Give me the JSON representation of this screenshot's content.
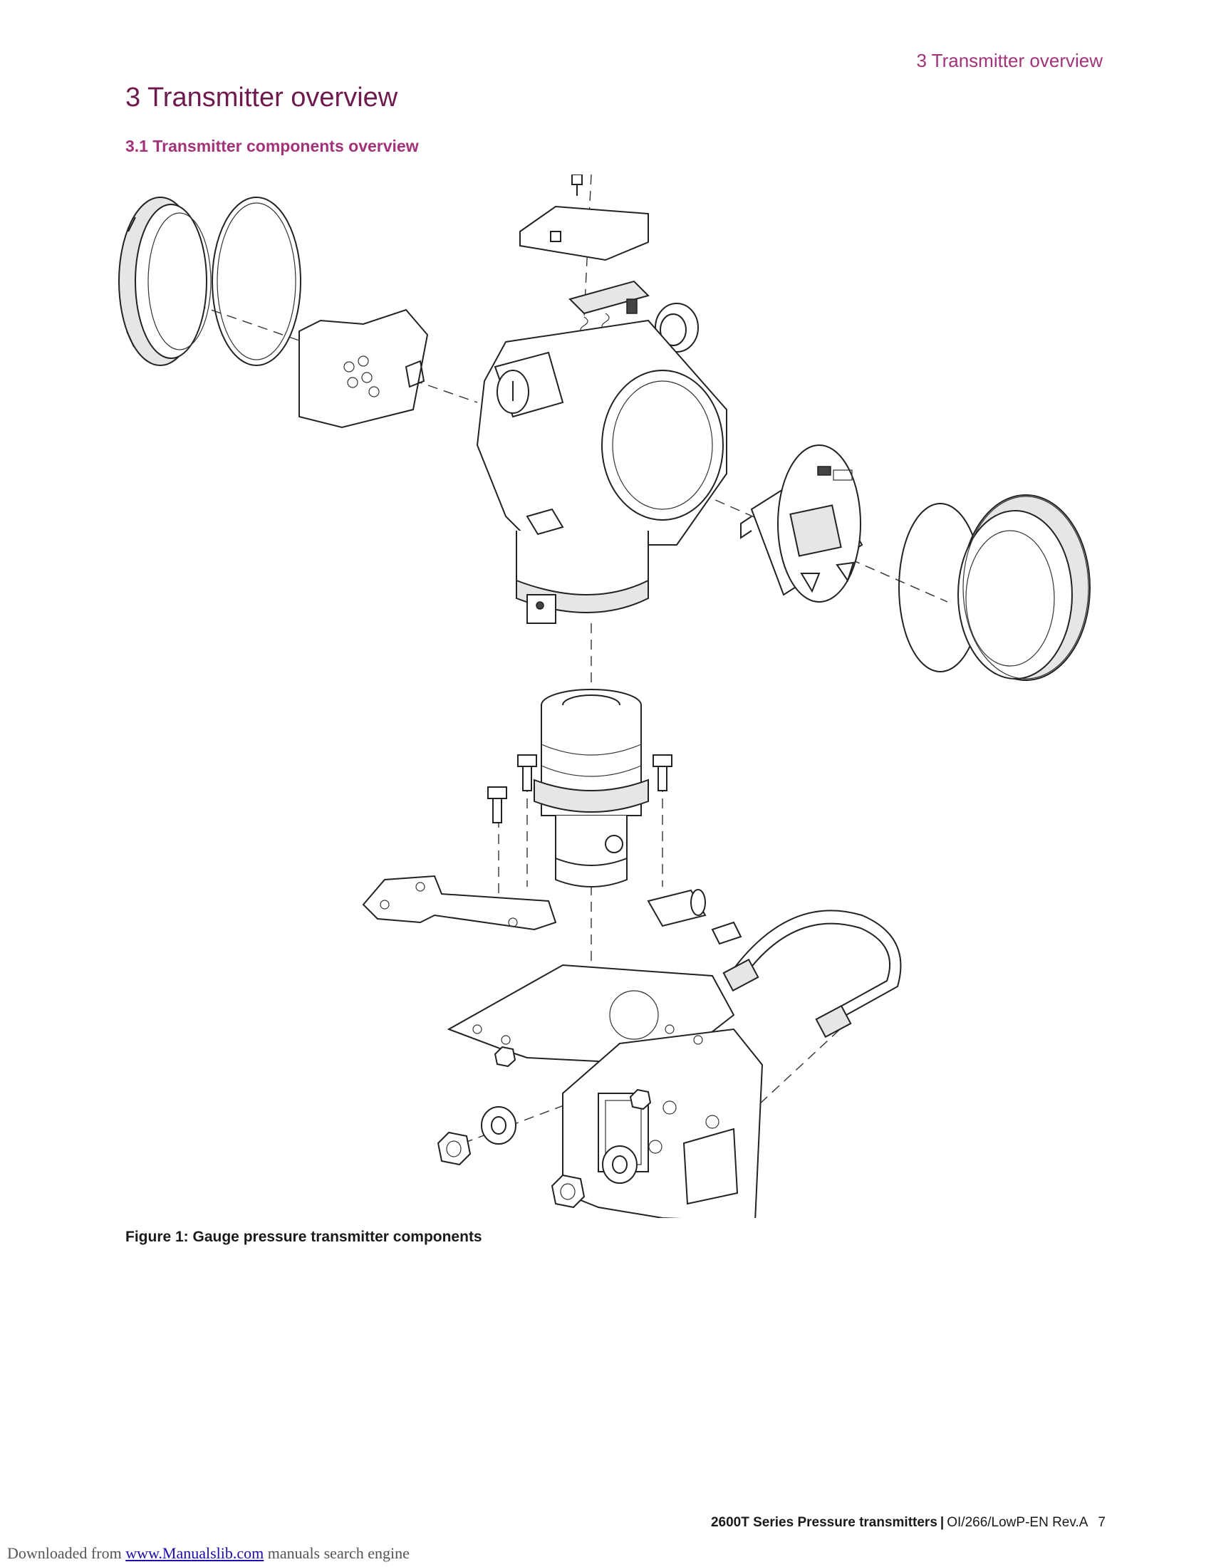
{
  "page": {
    "running_head": "3 Transmitter overview",
    "chapter_title": "3 Transmitter overview",
    "section_title": "3.1 Transmitter components overview"
  },
  "figure": {
    "caption": "Figure 1: Gauge pressure transmitter components"
  },
  "footer": {
    "product": "2600T Series Pressure transmitters",
    "separator": "|",
    "doc_ref": "OI/266/LowP-EN Rev.A",
    "page_number": "7"
  },
  "watermark": {
    "prefix": "Downloaded from",
    "link": "www.Manualslib.com",
    "suffix": "manuals search engine"
  }
}
